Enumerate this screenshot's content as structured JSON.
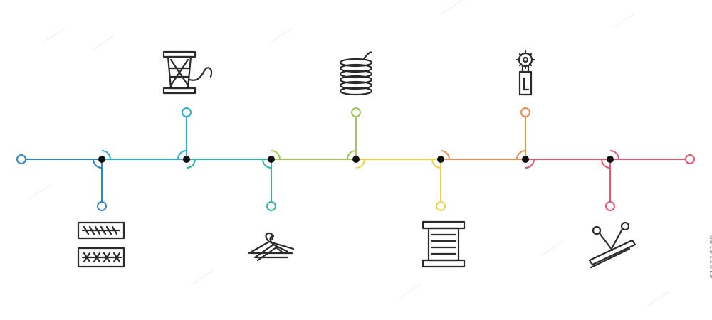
{
  "timeline": {
    "colors": [
      "#2f86c7",
      "#26b4c9",
      "#2fba9c",
      "#9bcc4f",
      "#f2d04a",
      "#f28a4f",
      "#e8546b"
    ],
    "steps": [
      {
        "icon": "stitch-samples-icon",
        "direction": "down"
      },
      {
        "icon": "thread-spool-with-needle-icon",
        "direction": "up"
      },
      {
        "icon": "clothes-hangers-icon",
        "direction": "down"
      },
      {
        "icon": "coiled-wire-spring-icon",
        "direction": "up"
      },
      {
        "icon": "empty-bobbin-spool-icon",
        "direction": "down"
      },
      {
        "icon": "tracing-wheel-icon",
        "direction": "up"
      },
      {
        "icon": "pins-in-fabric-icon",
        "direction": "down"
      }
    ]
  },
  "watermark": {
    "stock_id": "619116189"
  }
}
